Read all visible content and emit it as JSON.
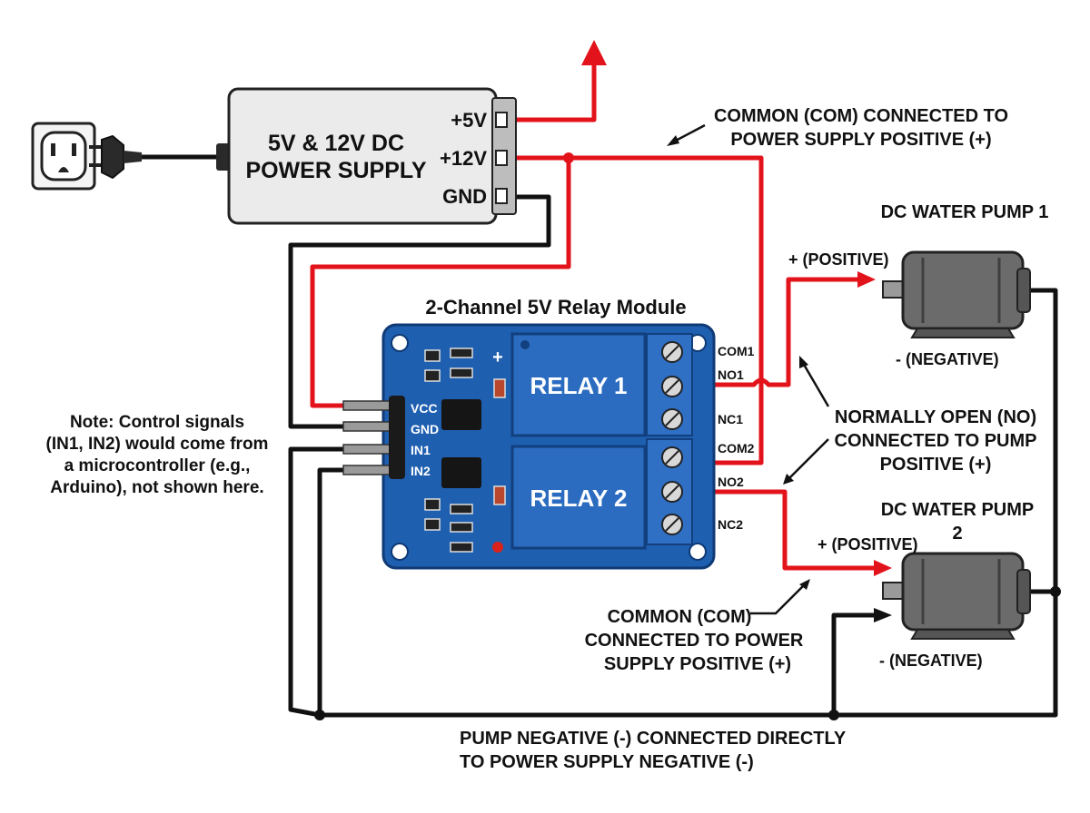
{
  "power_supply": {
    "title_line1": "5V & 12V DC",
    "title_line2": "POWER SUPPLY",
    "terminal_5v": "+5V",
    "terminal_12v": "+12V",
    "terminal_gnd": "GND"
  },
  "relay_module": {
    "title": "2-Channel 5V Relay Module",
    "relay1": "RELAY 1",
    "relay2": "RELAY 2",
    "plus_mark": "+",
    "pins": [
      "VCC",
      "GND",
      "IN1",
      "IN2"
    ],
    "terminals": [
      "COM1",
      "NO1",
      "NC1",
      "COM2",
      "NO2",
      "NC2"
    ]
  },
  "pump1": {
    "title": "DC WATER PUMP 1",
    "positive": "+ (POSITIVE)",
    "negative": "- (NEGATIVE)"
  },
  "pump2": {
    "title_line1": "DC WATER PUMP",
    "title_line2": "2",
    "positive": "+ (POSITIVE)",
    "negative": "- (NEGATIVE)"
  },
  "annotations": {
    "com_top_line1": "COMMON (COM) CONNECTED TO",
    "com_top_line2": "POWER SUPPLY POSITIVE (+)",
    "no_line1": "NORMALLY OPEN (NO)",
    "no_line2": "CONNECTED TO PUMP",
    "no_line3": "POSITIVE (+)",
    "com_bottom_line1": "COMMON (COM)",
    "com_bottom_line2": "CONNECTED TO POWER",
    "com_bottom_line3": "SUPPLY POSITIVE (+)",
    "neg_line1": "PUMP NEGATIVE (-) CONNECTED DIRECTLY",
    "neg_line2": "TO POWER SUPPLY NEGATIVE (-)"
  },
  "note": {
    "line1": "Note: Control signals",
    "line2": "(IN1, IN2) would come from",
    "line3": "a microcontroller (e.g.,",
    "line4": "Arduino), not shown here."
  },
  "colors": {
    "positive_wire": "#e3131b",
    "negative_wire": "#111111",
    "relay_board": "#1f5fb0",
    "relay_block": "#2b6cc0",
    "power_supply_body": "#ebebeb",
    "pump_body": "#6b6b6b"
  }
}
